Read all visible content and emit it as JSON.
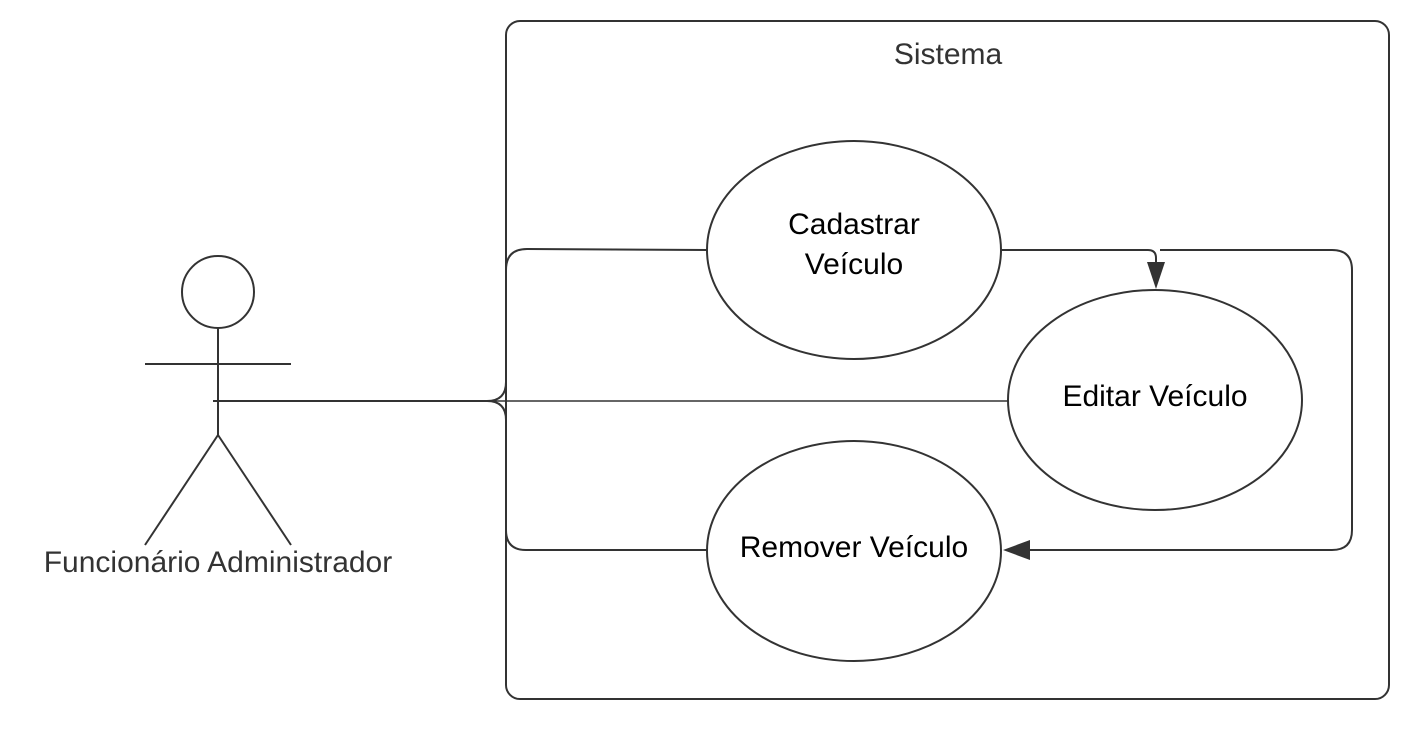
{
  "system": {
    "title": "Sistema"
  },
  "actor": {
    "name": "Funcionário Administrador"
  },
  "use_cases": {
    "cadastrar": {
      "line1": "Cadastrar",
      "line2": "Veículo"
    },
    "editar": {
      "label": "Editar Veículo"
    },
    "remover": {
      "label": "Remover Veículo"
    }
  },
  "colors": {
    "stroke": "#333333",
    "text": "#000000",
    "background": "#ffffff"
  }
}
